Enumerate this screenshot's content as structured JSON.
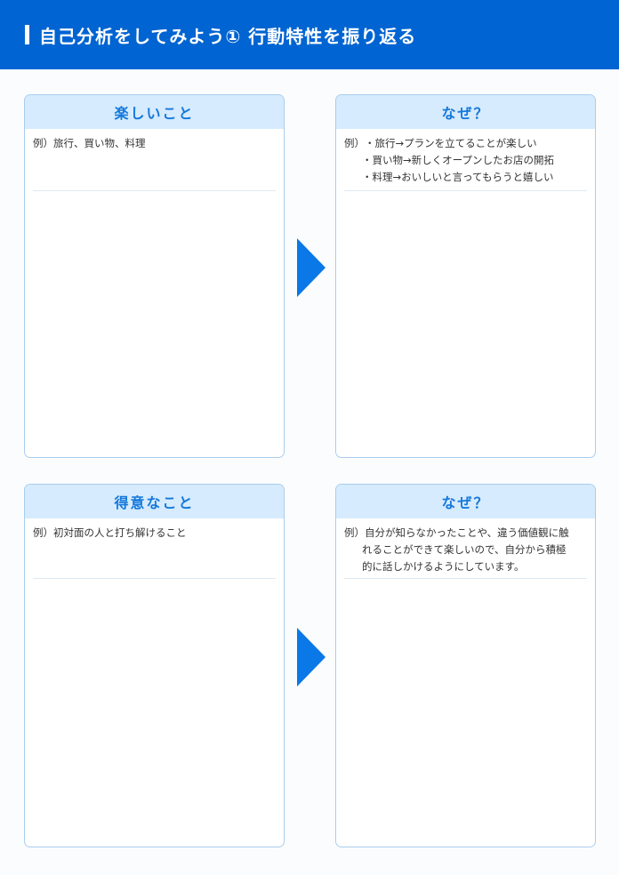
{
  "header": {
    "title": "自己分析をしてみよう① 行動特性を振り返る",
    "background_color": "#0064d2"
  },
  "sections": [
    {
      "left": {
        "heading": "楽しいこと",
        "example_prefix": "例）",
        "example_lines": [
          "旅行、買い物、料理"
        ]
      },
      "right": {
        "heading": "なぜ？",
        "example_prefix": "例）",
        "example_lines": [
          "・旅行→プランを立てることが楽しい",
          "・買い物→新しくオープンしたお店の開拓",
          "・料理→おいしいと言ってもらうと嬉しい"
        ]
      },
      "arrow_icon": "triangle-right"
    },
    {
      "left": {
        "heading": "得意なこと",
        "example_prefix": "例）",
        "example_lines": [
          "初対面の人と打ち解けること"
        ]
      },
      "right": {
        "heading": "なぜ？",
        "example_prefix": "例）",
        "example_lines": [
          "自分が知らなかったことや、違う価値観に触",
          "れることができて楽しいので、自分から積極",
          "的に話しかけるようにしています。"
        ]
      },
      "arrow_icon": "triangle-right"
    }
  ],
  "colors": {
    "accent": "#0064d2",
    "heading_text": "#1478dc",
    "heading_bg": "#d6ebfd",
    "border": "#a9cdee",
    "arrow": "#0a78e6"
  }
}
